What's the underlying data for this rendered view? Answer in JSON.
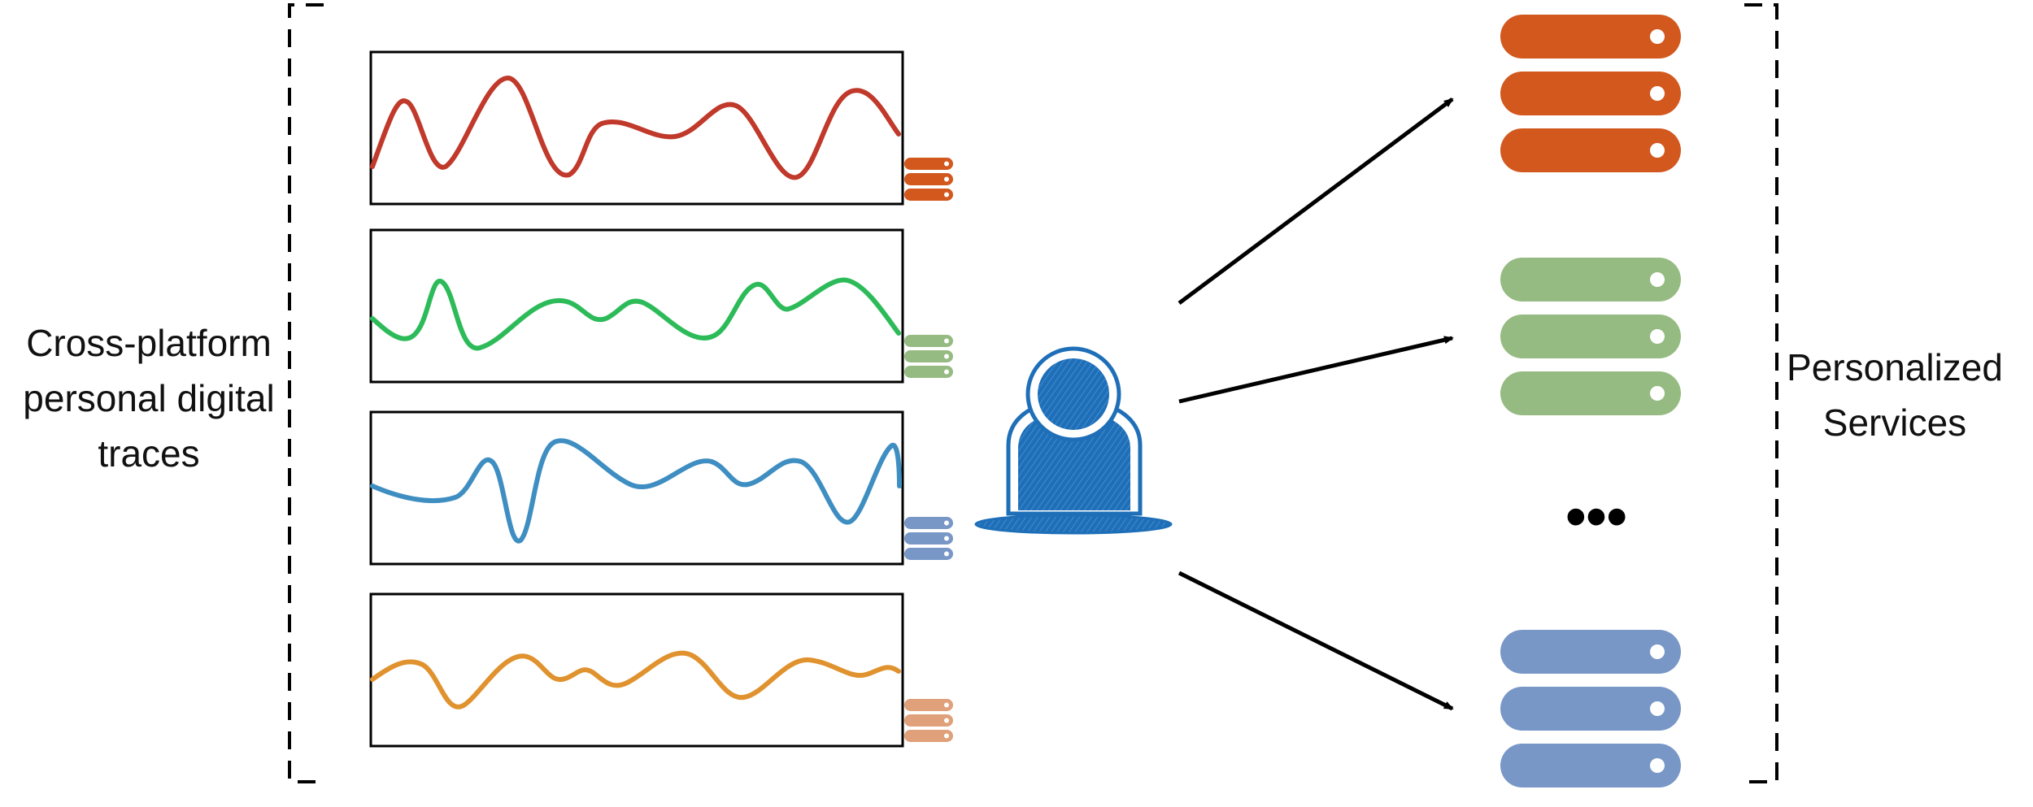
{
  "left_label": {
    "line1": "Cross-platform",
    "line2": "personal digital",
    "line3": "traces"
  },
  "right_label": {
    "line1": "Personalized",
    "line2": "Services"
  },
  "ellipsis": "•••",
  "trace_colors": [
    "#c0392b",
    "#2dbb5a",
    "#3f8ec2",
    "#e0922e"
  ],
  "server_colors": {
    "orange": "#d2581e",
    "green": "#96bb82",
    "blue": "#7896c6",
    "peach": "#e0a07a"
  },
  "icons": [
    "user-icon",
    "server-stack-icon",
    "arrow-icon"
  ]
}
